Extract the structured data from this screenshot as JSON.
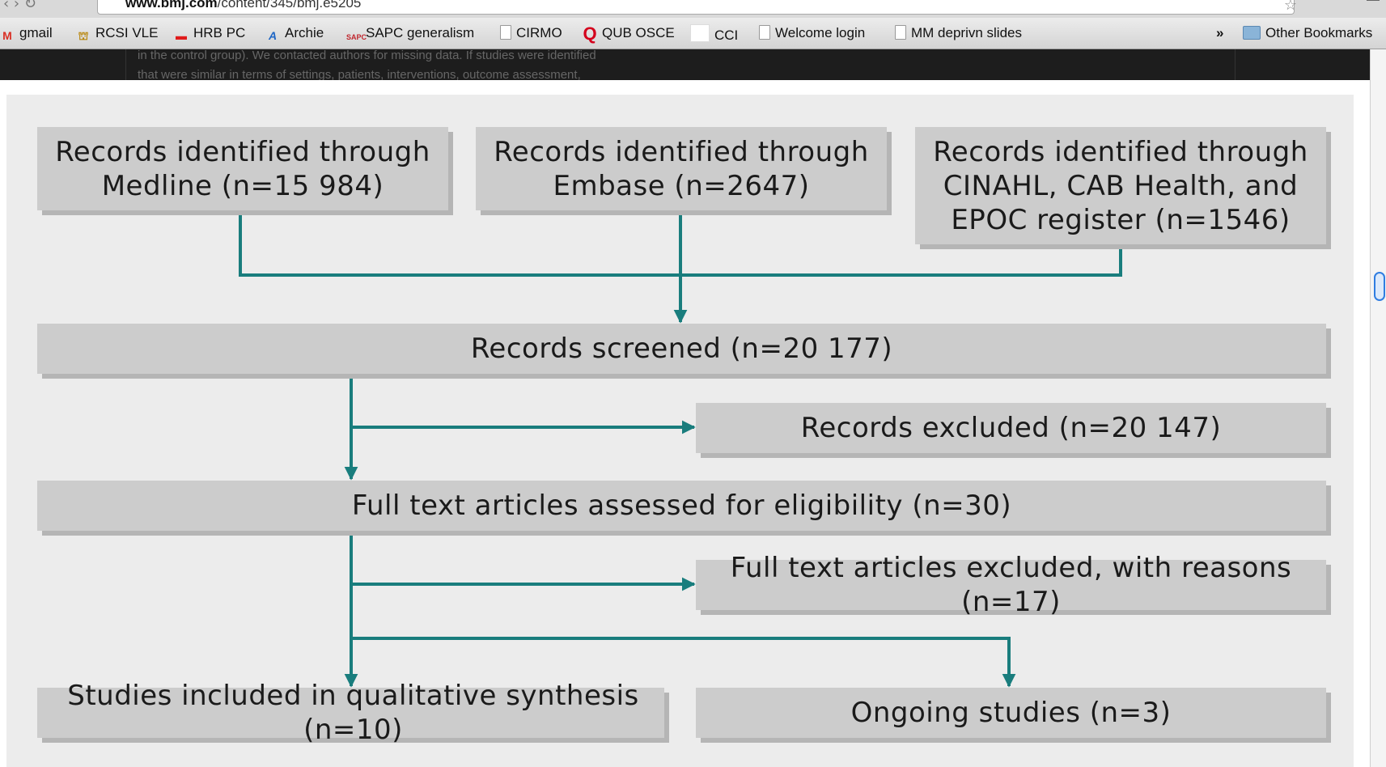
{
  "browser": {
    "url_host": "www.bmj.com",
    "url_path": "/content/345/bmj.e5205"
  },
  "bookmarks": [
    {
      "label": "gmail",
      "icon": "gmail-icon"
    },
    {
      "label": "RCSI VLE",
      "icon": "rcsi-icon"
    },
    {
      "label": "HRB PC",
      "icon": "hrb-icon"
    },
    {
      "label": "Archie",
      "icon": "archie-icon"
    },
    {
      "label": "SAPC generalism",
      "icon": "sapc-icon"
    },
    {
      "label": "CIRMO",
      "icon": "page-icon"
    },
    {
      "label": "QUB OSCE",
      "icon": "qub-icon"
    },
    {
      "label": "CCI",
      "icon": "blank-icon"
    },
    {
      "label": "Welcome login",
      "icon": "page-icon"
    },
    {
      "label": "MM deprivn slides",
      "icon": "page-icon"
    }
  ],
  "bookmarks_overflow": "»",
  "other_bookmarks": "Other Bookmarks",
  "background_text": [
    "in the control group). We contacted authors for missing data. If studies were identified",
    "that were similar in terms of settings, patients, interventions, outcome assessment,"
  ],
  "flow": {
    "medline_l1": "Records identified through",
    "medline_l2": "Medline (n=15 984)",
    "embase_l1": "Records identified through",
    "embase_l2": "Embase (n=2647)",
    "cinahl_l1": "Records identified through",
    "cinahl_l2": "CINAHL, CAB Health, and",
    "cinahl_l3": "EPOC register (n=1546)",
    "screened": "Records screened (n=20 177)",
    "excluded": "Records excluded (n=20 147)",
    "fulltext": "Full text articles assessed for eligibility (n=30)",
    "fulltext_excluded": "Full text articles excluded, with reasons (n=17)",
    "included": "Studies included in qualitative synthesis (n=10)",
    "ongoing": "Ongoing studies (n=3)"
  },
  "colors": {
    "connector": "#197d7d",
    "box": "#cccccc",
    "panel": "#ececec"
  }
}
